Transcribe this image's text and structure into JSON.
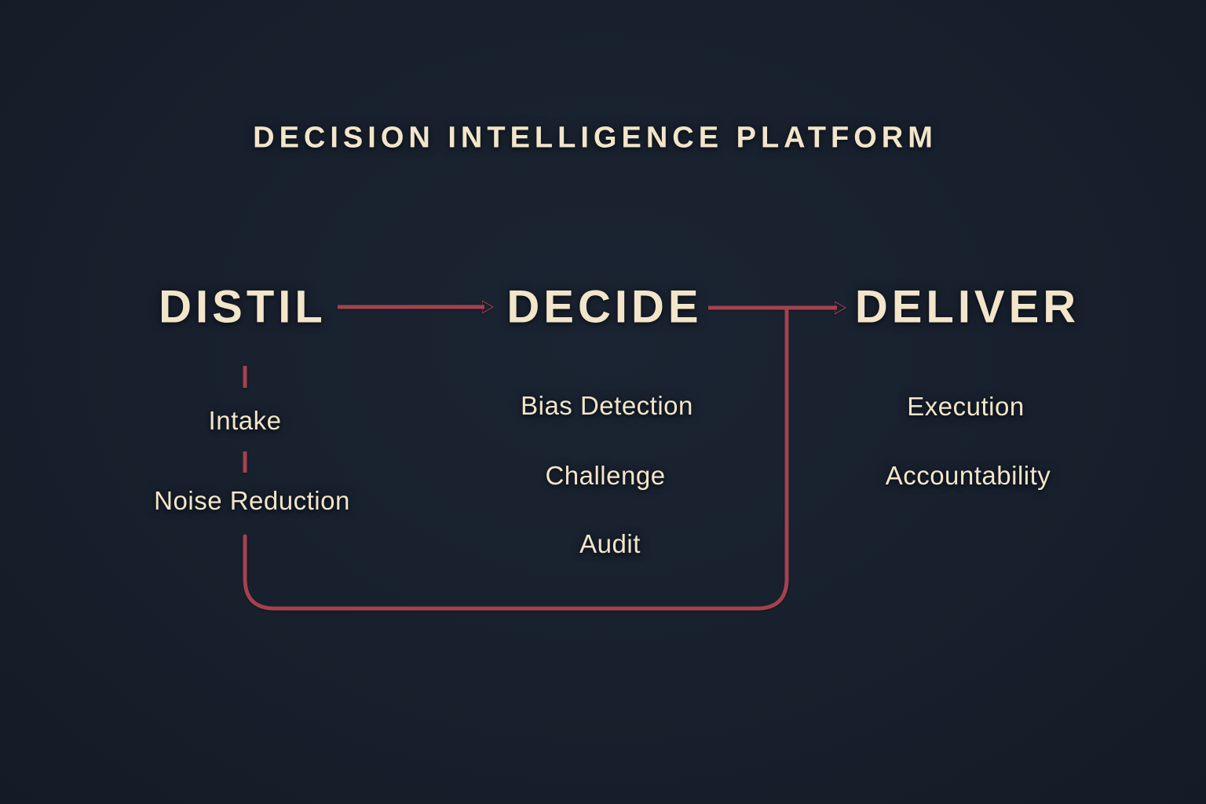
{
  "title": "DECISION INTELLIGENCE PLATFORM",
  "colors": {
    "background": "#18202d",
    "text": "#f2e5c9",
    "accent": "#a4424f"
  },
  "stages": [
    {
      "label": "DISTIL",
      "items": [
        "Intake",
        "Noise Reduction"
      ]
    },
    {
      "label": "DECIDE",
      "items": [
        "Bias Detection",
        "Challenge",
        "Audit"
      ]
    },
    {
      "label": "DELIVER",
      "items": [
        "Execution",
        "Accountability"
      ]
    }
  ],
  "connectors": {
    "arrow_1": "DISTIL to DECIDE",
    "arrow_2": "DECIDE to DELIVER",
    "feedback_loop": "DELIVER branch back to DISTIL",
    "dashed_link": "DISTIL to its sub-items"
  }
}
